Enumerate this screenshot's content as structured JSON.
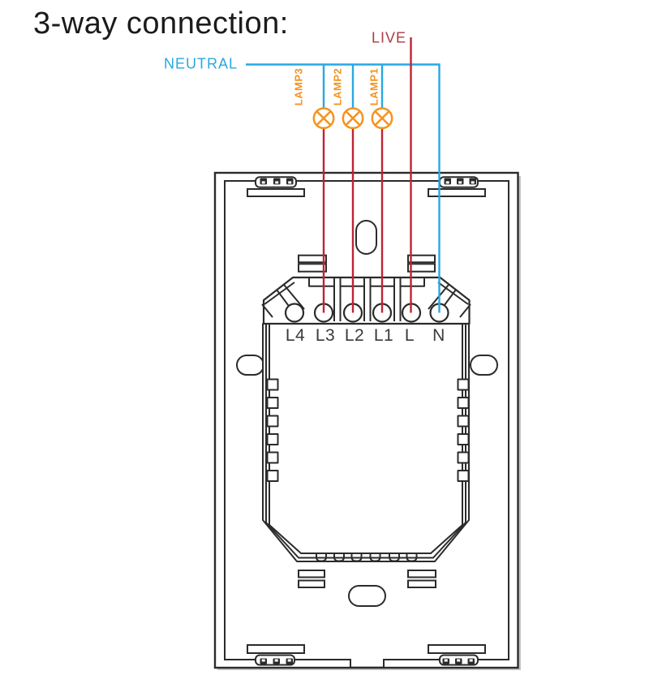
{
  "title": "3-way connection:",
  "wiring": {
    "neutral_label": "NEUTRAL",
    "live_label": "LIVE",
    "lamp_labels": [
      "LAMP3",
      "LAMP2",
      "LAMP1"
    ]
  },
  "device": {
    "terminal_labels": [
      "L4",
      "L3",
      "L2",
      "L1",
      "L",
      "N"
    ]
  },
  "colors": {
    "neutral_wire": "#29a8e0",
    "live_wire": "#be2433",
    "live_text": "#ac3b47",
    "lamp_orange": "#f5931e",
    "outline": "#2b2b2b",
    "terminal_text": "#3a3a3a"
  }
}
